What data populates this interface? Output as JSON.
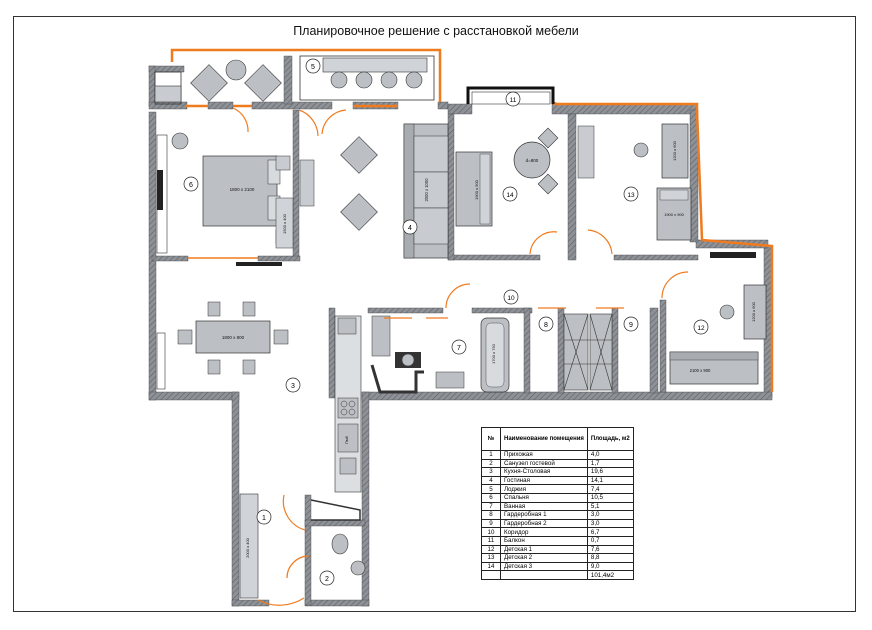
{
  "title": "Планировочное решение с расстановкой мебели",
  "furniture_labels": {
    "bed": "1800 x 2100",
    "sofa_living": "2000 x 1000",
    "dining_table": "1800 x 800",
    "round_table": "d=800",
    "bed_child1": "1900 x 900",
    "bed_child3": "1900 x 900",
    "desk_child3": "1200 x 600",
    "desk_child1": "1200 x 600",
    "sofa_child1": "2100 x 900",
    "wardrobe_bedroom": "1500 x 400",
    "wardrobe_hall": "2000 x 400",
    "bathtub": "1700 x 750",
    "fridge": "Пмб"
  },
  "room_numbers": [
    "1",
    "2",
    "3",
    "4",
    "5",
    "6",
    "7",
    "8",
    "9",
    "10",
    "11",
    "12",
    "13",
    "14"
  ],
  "legend": {
    "headers": [
      "№",
      "Наименование помещения",
      "Площадь, м2"
    ],
    "rows": [
      [
        "1",
        "Прихожая",
        "4,0"
      ],
      [
        "2",
        "Санузел гостевой",
        "1,7"
      ],
      [
        "3",
        "Кухня-Столовая",
        "19,6"
      ],
      [
        "4",
        "Гостиная",
        "14,1"
      ],
      [
        "5",
        "Лоджия",
        "7,4"
      ],
      [
        "6",
        "Спальня",
        "10,5"
      ],
      [
        "7",
        "Ванная",
        "5,1"
      ],
      [
        "8",
        "Гардеробная 1",
        "3,0"
      ],
      [
        "9",
        "Гардеробная 2",
        "3,0"
      ],
      [
        "10",
        "Коридор",
        "6,7"
      ],
      [
        "11",
        "Балкон",
        "0,7"
      ],
      [
        "12",
        "Детская 1",
        "7,6"
      ],
      [
        "13",
        "Детская 2",
        "8,8"
      ],
      [
        "14",
        "Детская 3",
        "9,0"
      ]
    ],
    "total": "101,4м2"
  },
  "colors": {
    "wall": "#7e8287",
    "furniture": "#bcc0c5",
    "accent": "#f07b1f",
    "line": "#333333"
  }
}
